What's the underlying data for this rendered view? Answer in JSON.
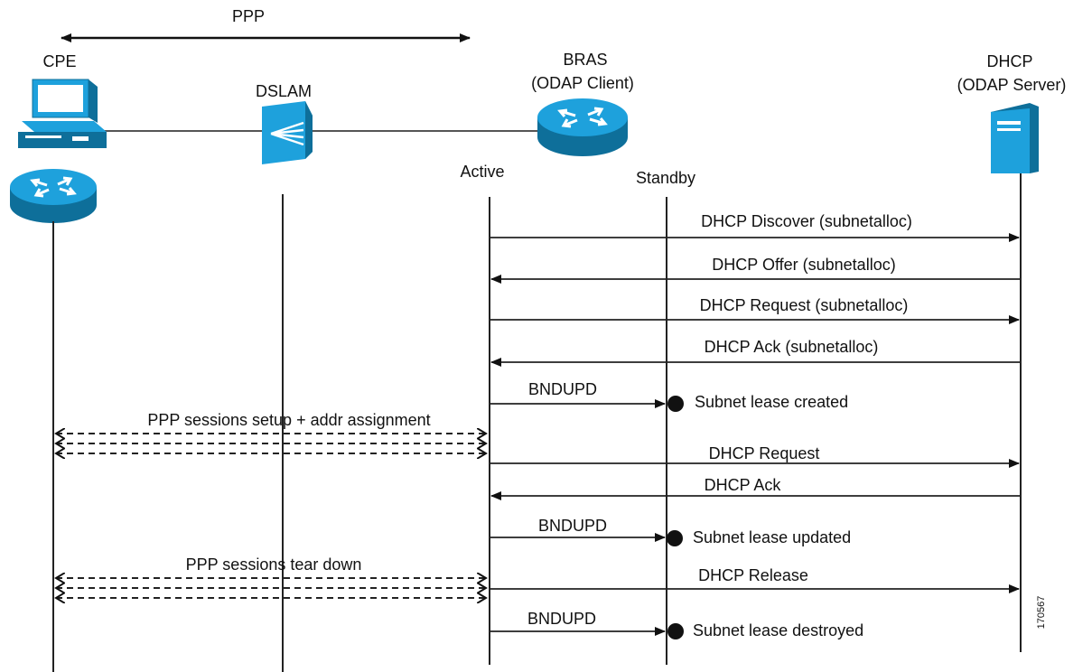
{
  "header": {
    "ppp_label": "PPP"
  },
  "nodes": {
    "cpe": {
      "label": "CPE"
    },
    "dslam": {
      "label": "DSLAM"
    },
    "bras": {
      "label_line1": "BRAS",
      "label_line2": "(ODAP Client)"
    },
    "dhcp": {
      "label_line1": "DHCP",
      "label_line2": "(ODAP Server)"
    }
  },
  "lanes": {
    "active": "Active",
    "standby": "Standby"
  },
  "messages": {
    "discover": "DHCP Discover (subnetalloc)",
    "offer": "DHCP Offer (subnetalloc)",
    "request_alloc": "DHCP Request (subnetalloc)",
    "ack_alloc": "DHCP Ack (subnetalloc)",
    "bndupd_1": "BNDUPD",
    "lease_created": "Subnet lease created",
    "ppp_setup": "PPP sessions setup + addr assignment",
    "request": "DHCP Request",
    "ack": "DHCP Ack",
    "bndupd_2": "BNDUPD",
    "lease_updated": "Subnet lease updated",
    "ppp_teardown": "PPP sessions tear down",
    "release": "DHCP Release",
    "bndupd_3": "BNDUPD",
    "lease_destroyed": "Subnet lease destroyed"
  },
  "figure_id": "170567",
  "colors": {
    "device_blue": "#1ea1dc",
    "device_dark": "#0e6f9a",
    "line": "#222222"
  }
}
